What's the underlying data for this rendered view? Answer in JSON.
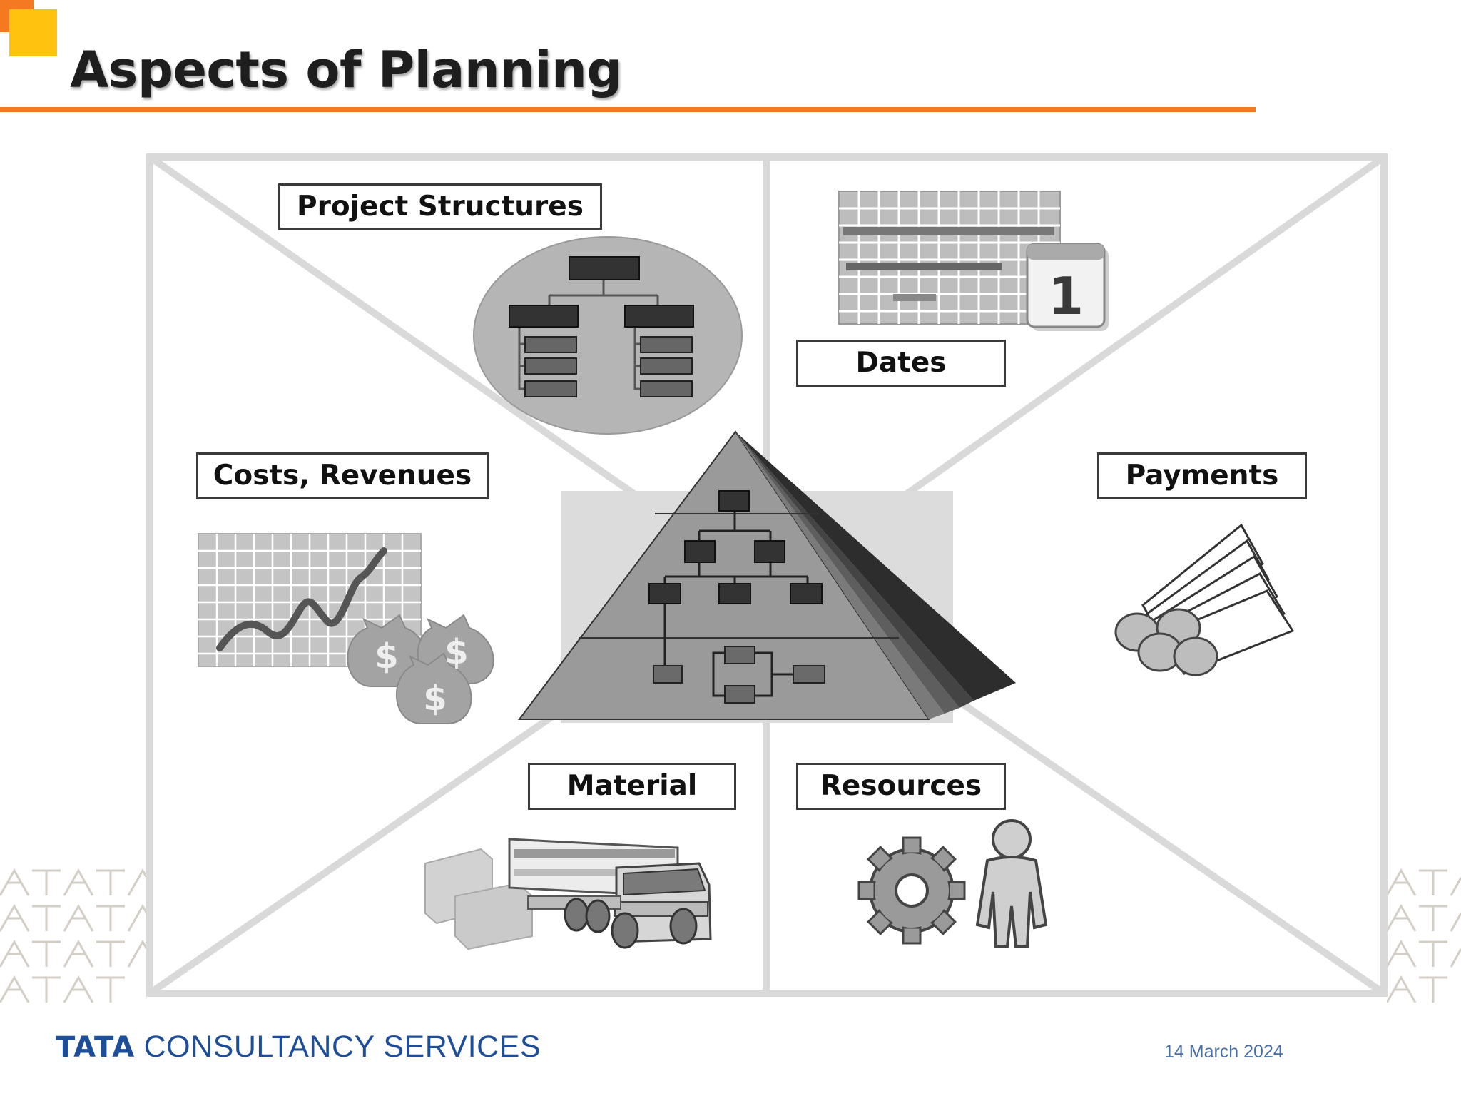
{
  "slide": {
    "title": "Aspects of Planning",
    "accent_color": "#f47920",
    "accent_secondary": "#ffc20e"
  },
  "diagram": {
    "center_icon": "project-pyramid-icon",
    "labels": {
      "project_structures": "Project Structures",
      "dates": "Dates",
      "costs_revenues": "Costs, Revenues",
      "payments": "Payments",
      "material": "Material",
      "resources": "Resources"
    },
    "calendar_day": "1",
    "money_symbol": "$"
  },
  "footer": {
    "company_bold": "TATA",
    "company_rest": "CONSULTANCY SERVICES",
    "company_color": "#1f4e99",
    "date": "14 March 2024"
  }
}
